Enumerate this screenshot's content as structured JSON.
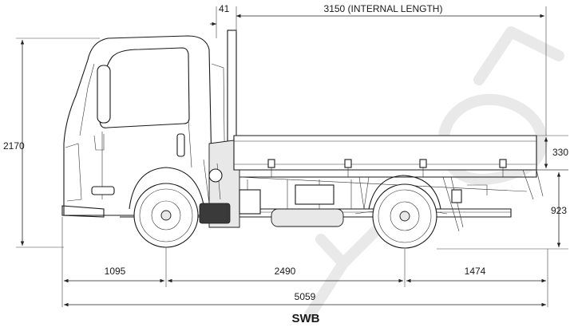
{
  "dimensions": {
    "cab_offset": "41",
    "internal_length": "3150 (INTERNAL LENGTH)",
    "overall_height": "2170",
    "side_height": "330",
    "floor_height": "923",
    "front_overhang": "1095",
    "wheelbase": "2490",
    "rear_overhang": "1474",
    "overall_length": "5059"
  },
  "caption": "SWB",
  "colors": {
    "line": "#1a1a1a",
    "watermark": "#e9e9e9"
  }
}
